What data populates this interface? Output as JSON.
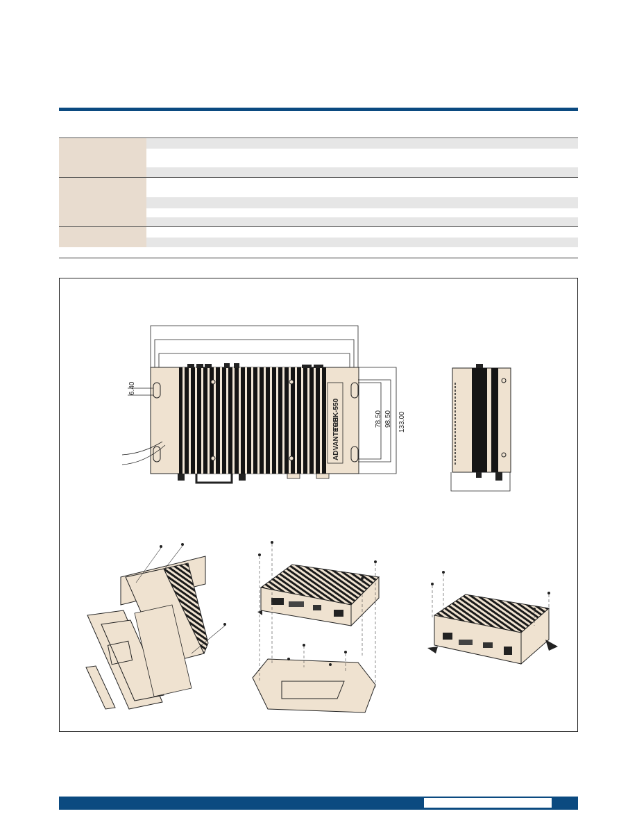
{
  "colors": {
    "brand": "#0b4a80",
    "category_fill": "#e8dccf",
    "stripe_fill": "#e6e6e6",
    "device_body": "#efe2d0"
  },
  "spec_table": {
    "groups": [
      {
        "label": "",
        "rows": [
          "",
          "",
          ""
        ]
      },
      {
        "label": "",
        "rows": [
          "",
          "",
          "",
          ""
        ]
      },
      {
        "label": "",
        "rows": [
          "",
          ""
        ]
      }
    ]
  },
  "drawings": {
    "front_view": {
      "dimensions": [
        "6.40",
        "78.50",
        "98.50",
        "133.00"
      ],
      "brand_mark": "ADVANTECH",
      "model_mark": "TREK-550"
    },
    "side_view": {},
    "mounting_views": [
      "wall-mount",
      "desk-mount",
      "assembled"
    ]
  },
  "footer": {
    "text": ""
  }
}
